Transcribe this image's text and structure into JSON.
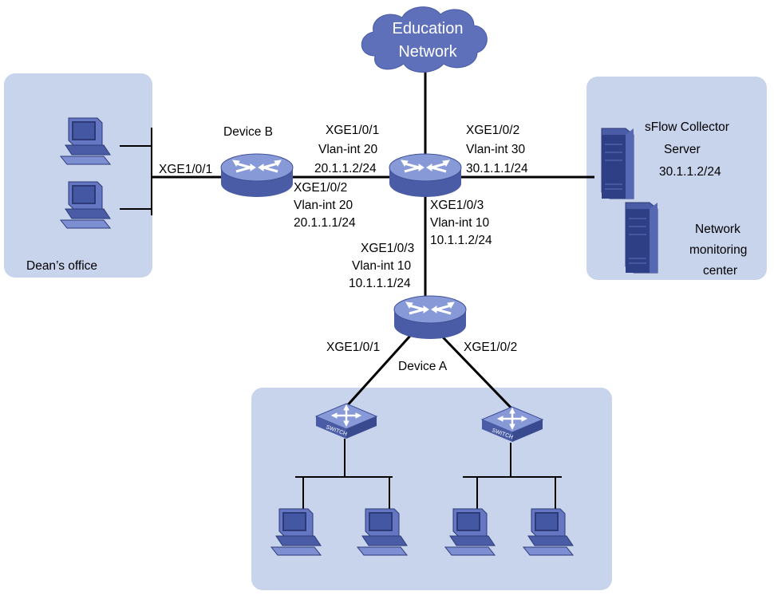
{
  "cloud": {
    "line1": "Education",
    "line2": "Network"
  },
  "areas": {
    "deans_office": "Dean’s office"
  },
  "devices": {
    "device_b": "Device B",
    "device_a": "Device A"
  },
  "servers": {
    "sflow_line1": "sFlow Collector",
    "sflow_line2": "Server",
    "sflow_ip": "30.1.1.2/24",
    "nmc_line1": "Network",
    "nmc_line2": "monitoring",
    "nmc_line3": "center"
  },
  "labels": {
    "b_port1": "XGE1/0/1",
    "b_port2": "XGE1/0/2",
    "b_vlan": "Vlan-int 20",
    "b_ip": "20.1.1.1/24",
    "core_p1": "XGE1/0/1",
    "core_p1_vlan": "Vlan-int 20",
    "core_p1_ip": "20.1.1.2/24",
    "core_p2": "XGE1/0/2",
    "core_p2_vlan": "Vlan-int 30",
    "core_p2_ip": "30.1.1.1/24",
    "core_p3": "XGE1/0/3",
    "core_p3_vlan": "Vlan-int 10",
    "core_p3_ip": "10.1.1.2/24",
    "a_p3": "XGE1/0/3",
    "a_p3_vlan": "Vlan-int 10",
    "a_p3_ip": "10.1.1.1/24",
    "a_p1": "XGE1/0/1",
    "a_p2": "XGE1/0/2"
  },
  "switch_text": "SWITCH",
  "colors": {
    "area_fill": "#c8d3ec",
    "device_fill": "#7b8fd0",
    "device_dark": "#3e4f97",
    "cloud_fill": "#5f70bb",
    "line": "#000000"
  },
  "icons": [
    "cloud-icon",
    "router-icon",
    "switch-icon",
    "pc-icon",
    "server-icon"
  ]
}
